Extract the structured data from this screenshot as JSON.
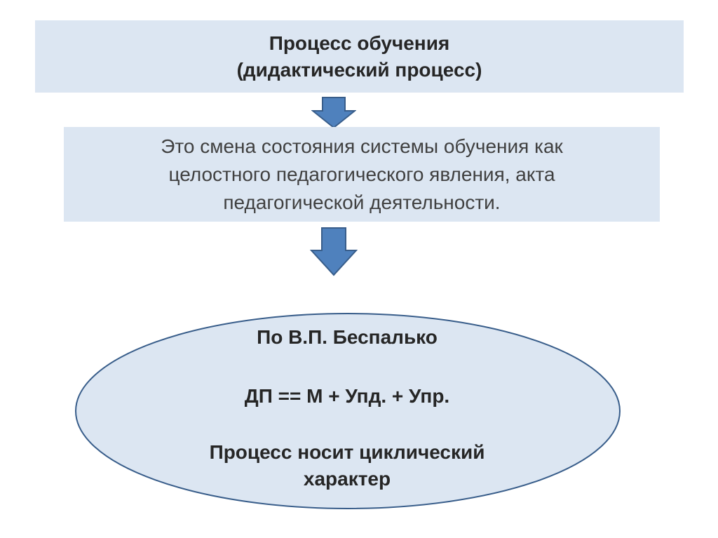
{
  "colors": {
    "box_fill": "#dce6f2",
    "arrow_fill": "#4f81bd",
    "arrow_stroke": "#385d8a",
    "ellipse_fill": "#dce6f2",
    "ellipse_stroke": "#385d8a"
  },
  "title_box": {
    "line1": "Процесс обучения",
    "line2": "(дидактический процесс)"
  },
  "definition_box": {
    "line1": "Это смена состояния системы обучения как",
    "line2": "целостного педагогического явления, акта",
    "line3": "педагогической деятельности."
  },
  "ellipse": {
    "author": "По В.П. Беспалько",
    "formula": "ДП == М + Упд. + Упр.",
    "note_line1": "Процесс носит циклический",
    "note_line2": "характер"
  }
}
